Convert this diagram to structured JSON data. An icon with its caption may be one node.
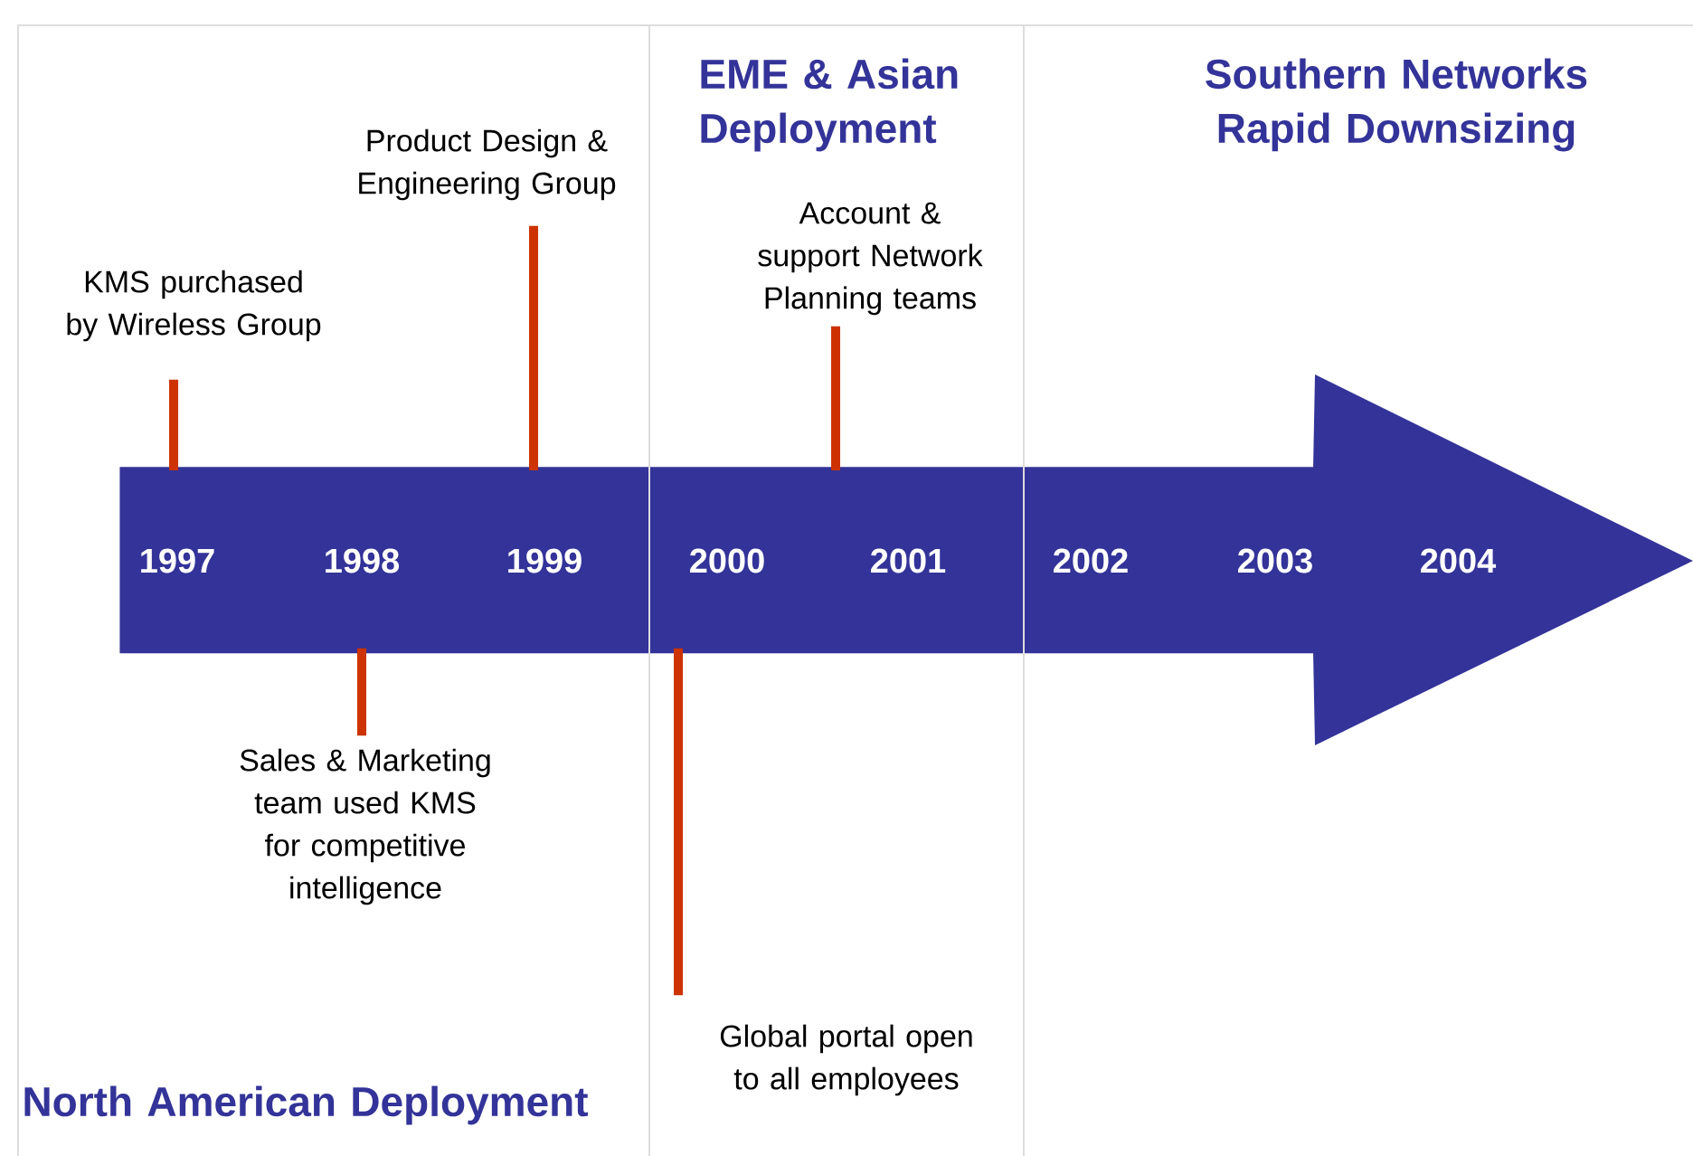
{
  "diagram": {
    "nodes": [
      {
        "text": [
          "1997",
          "1998",
          "1999",
          "2000",
          "2001",
          "2002",
          "2003",
          "2004"
        ]
      },
      {
        "text": [
          "Product Design & Engineering Group"
        ]
      },
      {
        "text": [
          "KMS purchased by Wireless Group"
        ]
      },
      {
        "text": [
          "Account & support Network Planning teams"
        ]
      },
      {
        "text": [
          "Sales & Marketing team used KMS for competitive intelligence"
        ]
      },
      {
        "text": [
          "Global portal open to all employees"
        ]
      }
    ],
    "edges": [
      {
        "from": 2,
        "to": 0,
        "arrow": "none"
      },
      {
        "from": 1,
        "to": 0,
        "arrow": "none"
      },
      {
        "from": 3,
        "to": 0,
        "arrow": "none"
      },
      {
        "from": 4,
        "to": 0,
        "arrow": "none"
      },
      {
        "from": 5,
        "to": 0,
        "arrow": "none"
      }
    ],
    "labels": [
      "EME & Asian Deployment",
      "Southern Networks Rapid Downsizing",
      "North American Deployment"
    ]
  }
}
